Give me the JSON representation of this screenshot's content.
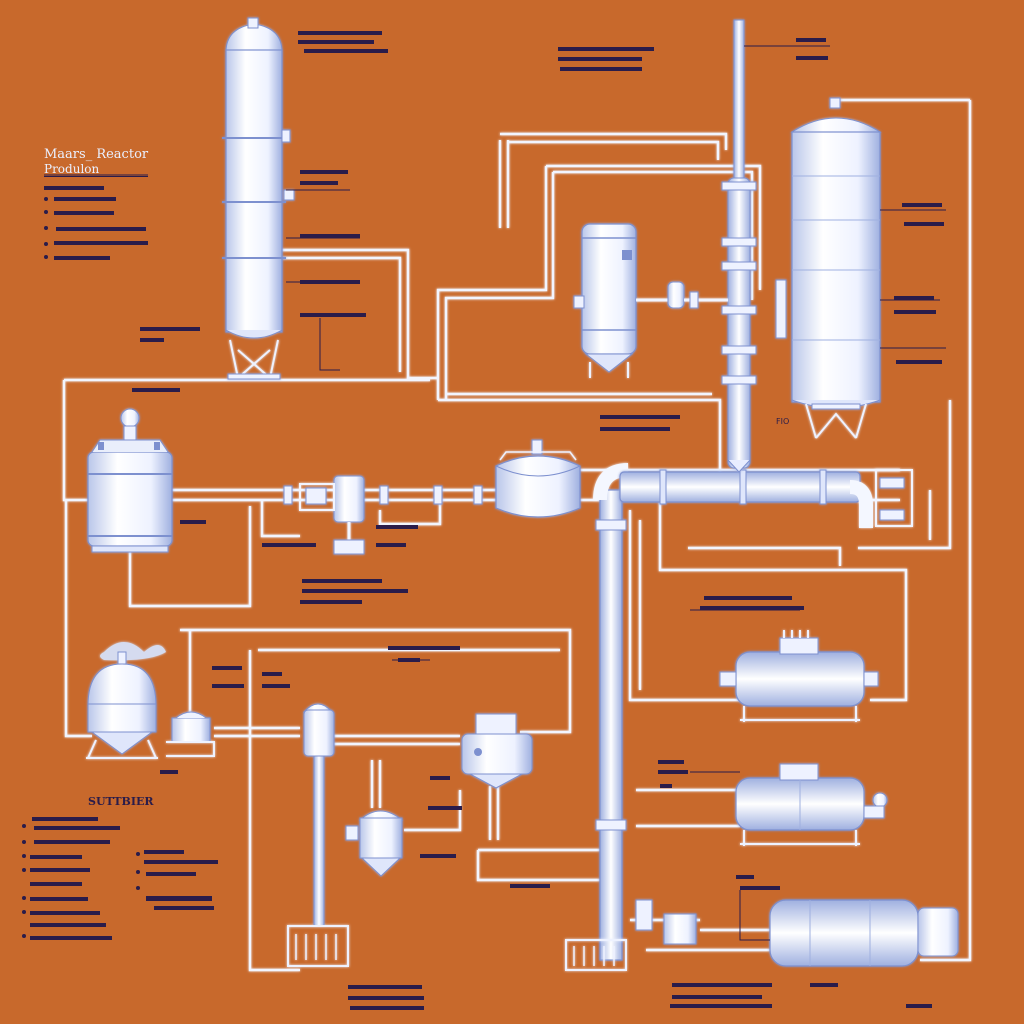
{
  "diagram": {
    "title": "Maars_ Reactor",
    "subtitle": "Produlon",
    "legend_heading": "SUTTBIER",
    "label_unit": "FIO",
    "colors": {
      "background": "#c8692c",
      "pipe": "#e9eefb",
      "pipe_outline": "#6f86c8",
      "vessel": "#f4f7ff",
      "vessel_shade": "#c9d3ef",
      "callout_line": "#2a1c4a"
    }
  }
}
